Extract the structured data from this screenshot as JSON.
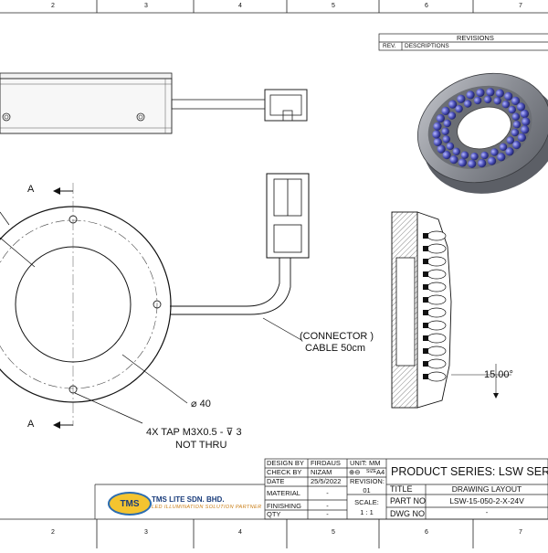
{
  "border": {
    "top_numbers": [
      "2",
      "3",
      "4",
      "5",
      "6",
      "7"
    ],
    "bottom_numbers": [
      "2",
      "3",
      "4",
      "5",
      "6",
      "7"
    ]
  },
  "revisions": {
    "header": "REVISIONS",
    "rev_label": "REV.",
    "description_label": "DESCRIPTIONS"
  },
  "section": {
    "marker_top": "A",
    "marker_bottom": "A"
  },
  "annotations": {
    "connector_line1": "(CONNECTOR )",
    "connector_line2": "CABLE 50cm",
    "diameter": "⌀ 40",
    "tap_line1": "4X TAP M3X0.5 - ⊽ 3",
    "tap_line2": "NOT THRU",
    "angle": "15.00°"
  },
  "title_block": {
    "design_by_label": "DESIGN BY",
    "design_by": "FIRDAUS",
    "check_by_label": "CHECK BY",
    "check_by": "NIZAM",
    "date_label": "DATE",
    "date": "25/5/2022",
    "material_label": "MATERIAL",
    "material": "-",
    "finishing_label": "FINISHING",
    "finishing": "-",
    "qty_label": "QTY",
    "qty": "-",
    "unit_label": "UNIT:",
    "unit": "MM",
    "projection": "⊕⊖",
    "size_label": "SIZE",
    "size": "A4",
    "revision_label": "REVISION:",
    "revision": "01",
    "scale_label": "SCALE:",
    "scale": "1 : 1",
    "product_series": "PRODUCT SERIES: LSW SERIES",
    "title_label": "TITLE",
    "title": "DRAWING LAYOUT",
    "part_no_label": "PART NO",
    "part_no": "LSW-15-050-2-X-24V",
    "dwg_no_label": "DWG NO",
    "dwg_no": "-"
  },
  "company": {
    "logo_text": "TMS",
    "name": "TMS LITE SDN. BHD.",
    "tagline": "LED ILLUMINATION SOLUTION PARTNER"
  },
  "colors": {
    "led": "#4a4fb8",
    "housing": "#8a8d94",
    "logo_ring": "#2b6cb0",
    "logo_fill": "#f4c430"
  }
}
